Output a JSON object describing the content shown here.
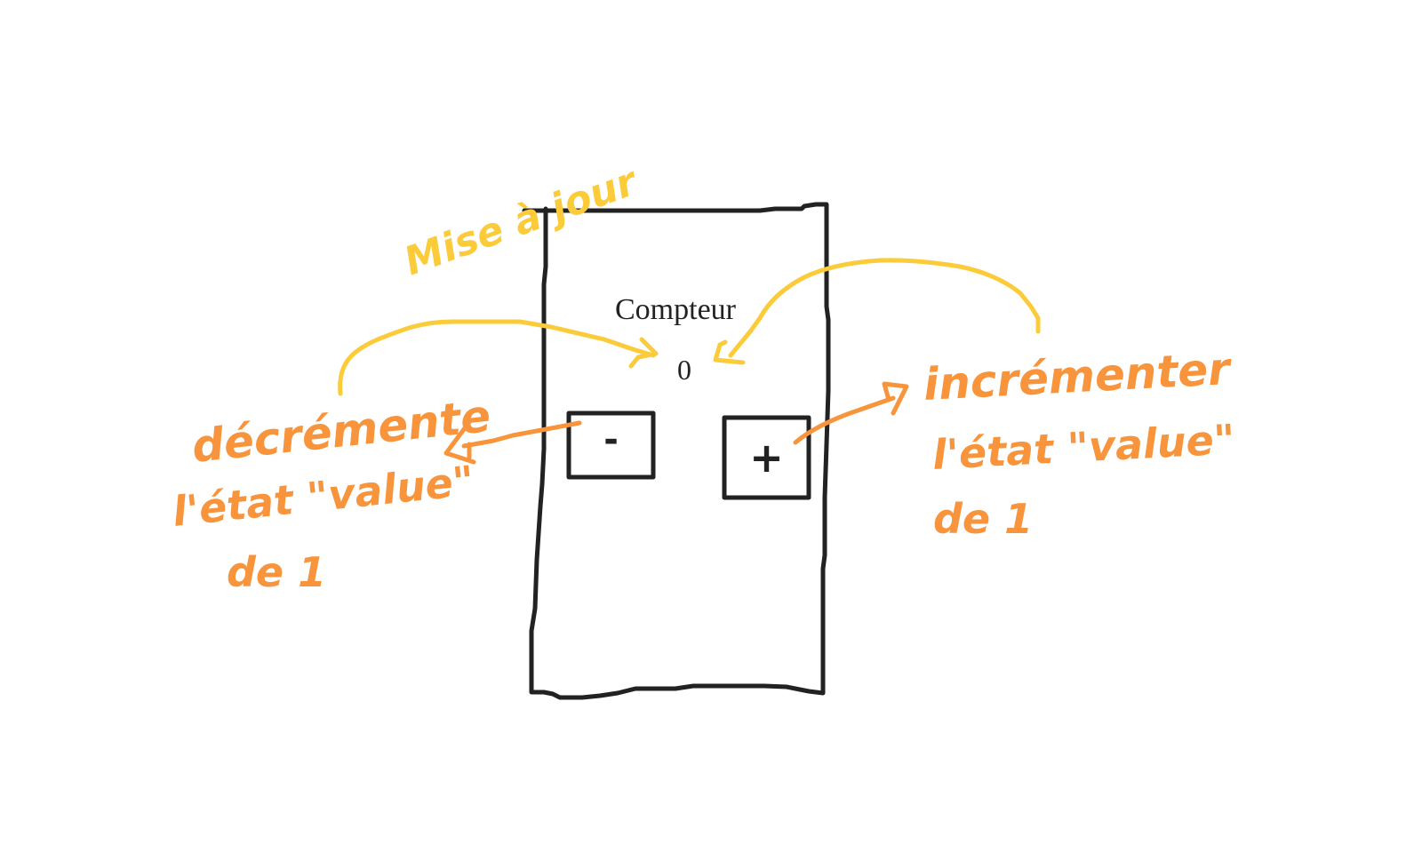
{
  "counter": {
    "title": "Compteur",
    "value": "0",
    "decrement_label": "-",
    "increment_label": "+"
  },
  "annotations": {
    "update_label": "Mise à jour",
    "decrement_lines": [
      "décrémente",
      "l'état \"value\"",
      "de 1"
    ],
    "increment_lines": [
      "incrémenter",
      "l'état \"value\"",
      "de 1"
    ]
  },
  "colors": {
    "ink": "#222222",
    "yellow": "#FBCB3A",
    "orange": "#F7943C"
  }
}
